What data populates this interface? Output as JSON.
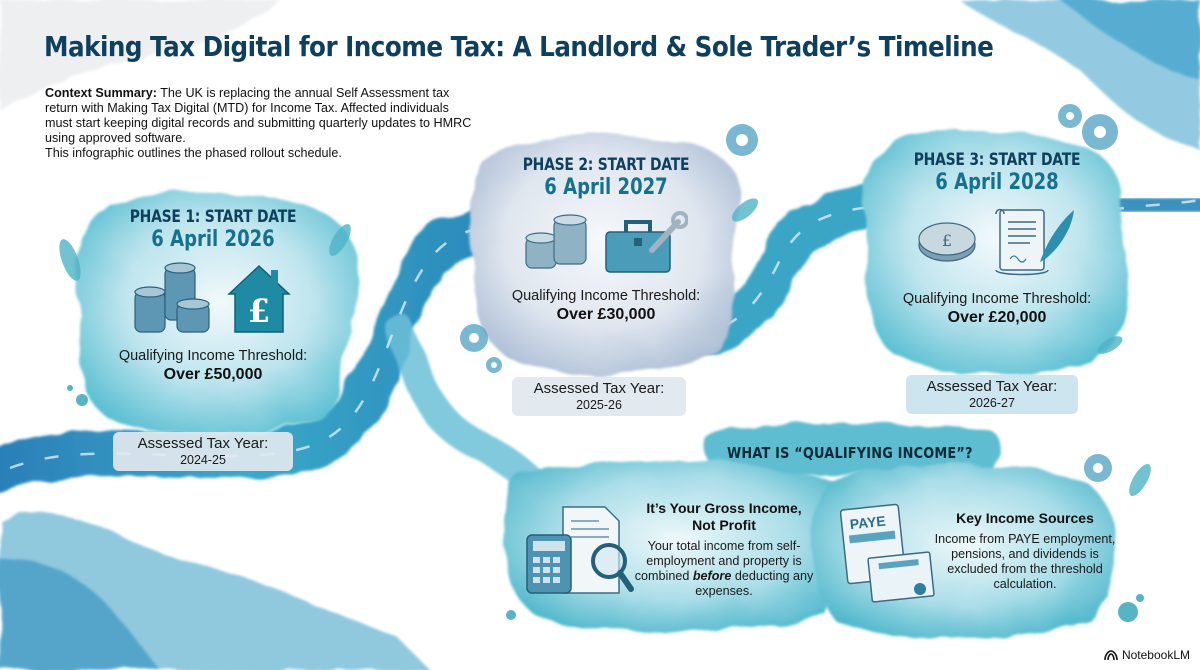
{
  "header": {
    "title": "Making Tax Digital for Income Tax: A Landlord & Sole Trader’s Timeline",
    "context_label": "Context Summary:",
    "context_text": " The UK is replacing the annual Self Assessment tax return with Making Tax Digital (MTD) for Income Tax. Affected individuals must start keeping digital records and submitting quarterly updates to HMRC using approved software.",
    "context_text_2": "This infographic outlines the phased rollout schedule."
  },
  "phases": [
    {
      "label": "PHASE 1: START DATE",
      "date": "6 April 2026",
      "icons": [
        "coin-stack-icon",
        "house-pound-icon"
      ],
      "threshold_label": "Qualifying Income Threshold:",
      "threshold_value": "Over £50,000",
      "tax_year_label": "Assessed Tax Year:",
      "tax_year_value": "2024-25"
    },
    {
      "label": "PHASE 2: START DATE",
      "date": "6 April 2027",
      "icons": [
        "coin-stack-icon",
        "toolbox-wrench-icon"
      ],
      "threshold_label": "Qualifying Income Threshold:",
      "threshold_value": "Over £30,000",
      "tax_year_label": "Assessed Tax Year:",
      "tax_year_value": "2025-26"
    },
    {
      "label": "PHASE 3: START DATE",
      "date": "6 April 2028",
      "icons": [
        "pound-coin-icon",
        "scroll-quill-icon"
      ],
      "threshold_label": "Qualifying Income Threshold:",
      "threshold_value": "Over £20,000",
      "tax_year_label": "Assessed Tax Year:",
      "tax_year_value": "2026-27"
    }
  ],
  "qualifying_income": {
    "banner": "WHAT IS “QUALIFYING INCOME”?",
    "cards": [
      {
        "heading_1": "It’s Your Gross Income,",
        "heading_2": "Not Profit",
        "body_1": "Your total income from self-employment and property is combined ",
        "body_emphasis": "before",
        "body_2": " deducting any expenses.",
        "icon": "calculator-magnifier-icon"
      },
      {
        "heading_1": "Key Income Sources",
        "body_1": "Income from PAYE employment, pensions, and dividends is excluded from the threshold calculation.",
        "icon": "paye-certificate-icon",
        "icon_text": "PAYE"
      }
    ]
  },
  "footer": {
    "brand": "NotebookLM"
  },
  "colors": {
    "title": "#0e3f5c",
    "date": "#17708c",
    "road": "#2f8fbf",
    "blob": "#9fd6e2",
    "accent_teal": "#2aa6b8"
  }
}
